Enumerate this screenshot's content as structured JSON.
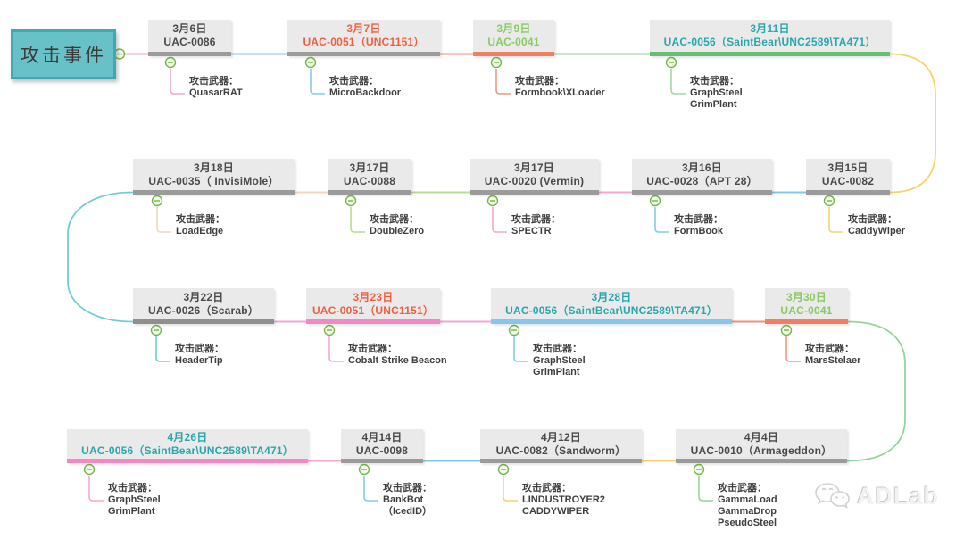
{
  "legend": {
    "title": "攻击事件"
  },
  "weapons_label": "攻击武器：",
  "watermark": {
    "text": "ADLab",
    "icon": "wechat-logo-icon"
  },
  "palette": {
    "box_bg": "#eaeaea",
    "default_text": "#4a4a4a",
    "default_underline": "#9b9b9b",
    "title_fill": "#68c1c7",
    "title_border": "#3fa9b1",
    "toggle_green": "#74b748",
    "uac0051_orange": "#f0603f",
    "uac0041_green": "#8bc964",
    "uac0056_teal": "#2aa7ac"
  },
  "nodes": [
    {
      "date": "3月6日",
      "actor": "UAC-0086",
      "weapons": [
        "QuasarRAT"
      ],
      "text_color": "#4a4a4a",
      "underline_color": "#9b9b9b",
      "branch_color": "#f0a6d2"
    },
    {
      "date": "3月7日",
      "actor": "UAC-0051（UNC1151）",
      "weapons": [
        "MicroBackdoor"
      ],
      "text_color": "#f0603f",
      "underline_color": "#9b9b9b",
      "branch_color": "#86c9ef"
    },
    {
      "date": "3月9日",
      "actor": "UAC-0041",
      "weapons": [
        "Formbook\\XLoader"
      ],
      "text_color": "#8bc964",
      "underline_color": "#ee7f63",
      "branch_color": "#f09a81"
    },
    {
      "date": "3月11日",
      "actor": "UAC-0056（SaintBear\\UNC2589\\TA471）",
      "weapons": [
        "GraphSteel",
        "GrimPlant"
      ],
      "text_color": "#2aa7ac",
      "underline_color": "#66bd74",
      "branch_color": "#a3d5a5"
    },
    {
      "date": "3月15日",
      "actor": "UAC-0082",
      "weapons": [
        "CaddyWiper"
      ],
      "text_color": "#4a4a4a",
      "underline_color": "#9b9b9b",
      "branch_color": "#f6d36e"
    },
    {
      "date": "3月16日",
      "actor": "UAC-0028（APT 28）",
      "weapons": [
        "FormBook"
      ],
      "text_color": "#4a4a4a",
      "underline_color": "#9b9b9b",
      "branch_color": "#86c9ef"
    },
    {
      "date": "3月17日",
      "actor": "UAC-0020 (Vermin)",
      "weapons": [
        "SPECTR"
      ],
      "text_color": "#4a4a4a",
      "underline_color": "#9b9b9b",
      "branch_color": "#f3a8d2"
    },
    {
      "date": "3月17日",
      "actor": "UAC-0088",
      "weapons": [
        "DoubleZero"
      ],
      "text_color": "#4a4a4a",
      "underline_color": "#9b9b9b",
      "branch_color": "#b9dc92"
    },
    {
      "date": "3月18日",
      "actor": "UAC-0035（ InvisiMole）",
      "weapons": [
        "LoadEdge"
      ],
      "text_color": "#4a4a4a",
      "underline_color": "#9b9b9b",
      "branch_color": "#ecd9ba"
    },
    {
      "date": "3月22日",
      "actor": "UAC-0026（Scarab）",
      "weapons": [
        "HeaderTip"
      ],
      "text_color": "#4a4a4a",
      "underline_color": "#8f8f8f",
      "branch_color": "#72ccd3"
    },
    {
      "date": "3月23日",
      "actor": "UAC-0051（UNC1151）",
      "weapons": [
        "Cobalt Strike Beacon"
      ],
      "text_color": "#f0603f",
      "underline_color": "#f089c4",
      "branch_color": "#f3a8d2"
    },
    {
      "date": "3月28日",
      "actor": "UAC-0056（SaintBear\\UNC2589\\TA471）",
      "weapons": [
        "GraphSteel",
        "GrimPlant"
      ],
      "text_color": "#2aa7ac",
      "underline_color": "#85c6ec",
      "branch_color": "#86c9ef"
    },
    {
      "date": "3月30日",
      "actor": "UAC-0041",
      "weapons": [
        "MarsStelaer"
      ],
      "text_color": "#8bc964",
      "underline_color": "#ee7f63",
      "branch_color": "#f09a81"
    },
    {
      "date": "4月4日",
      "actor": "UAC-0010（Armageddon）",
      "weapons": [
        "GammaLoad",
        "GammaDrop",
        "PseudoSteel"
      ],
      "text_color": "#4a4a4a",
      "underline_color": "#9b9b9b",
      "branch_color": "#97d39e"
    },
    {
      "date": "4月12日",
      "actor": "UAC-0082（Sandworm）",
      "weapons": [
        "LINDUSTROYER2",
        "CADDYWIPER"
      ],
      "text_color": "#4a4a4a",
      "underline_color": "#9b9b9b",
      "branch_color": "#f6d36e"
    },
    {
      "date": "4月14日",
      "actor": "UAC-0098",
      "weapons": [
        "BankBot",
        "（IcedID）"
      ],
      "text_color": "#4a4a4a",
      "underline_color": "#9b9b9b",
      "branch_color": "#86c9ef"
    },
    {
      "date": "4月26日",
      "actor": "UAC-0056（SaintBear\\UNC2589\\TA471）",
      "weapons": [
        "GraphSteel",
        "GrimPlant"
      ],
      "text_color": "#2aa7ac",
      "underline_color": "#f089c4",
      "branch_color": "#f3a8d2"
    }
  ]
}
